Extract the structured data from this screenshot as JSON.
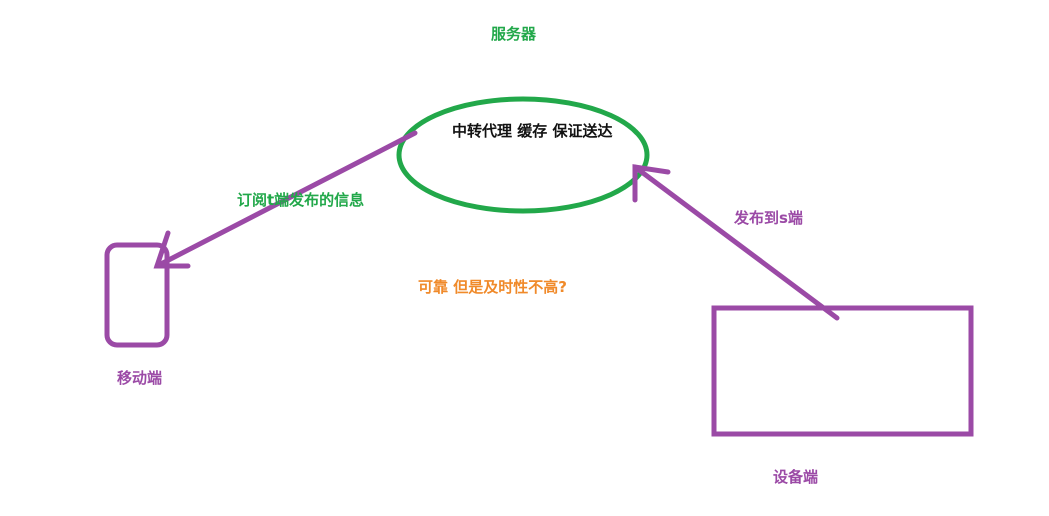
{
  "labels": {
    "server_title": "服务器",
    "server_roles": "中转代理 缓存 保证送达",
    "subscribe": "订阅t端发布的信息",
    "publish": "发布到s端",
    "question": "可靠 但是及时性不高?",
    "mobile": "移动端",
    "device": "设备端"
  },
  "colors": {
    "green": "#22a84a",
    "purple": "#9b4aa6",
    "orange": "#f08a2a",
    "text_dark": "#111111"
  }
}
